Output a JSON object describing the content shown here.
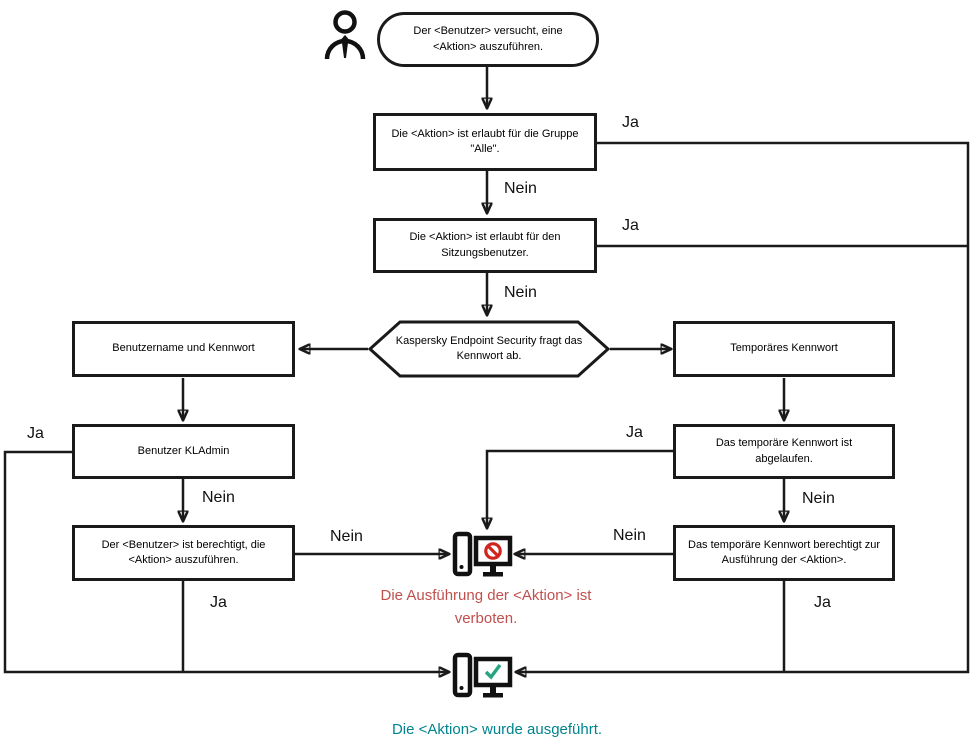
{
  "diagram": {
    "nodes": {
      "start": "Der <Benutzer> versucht, eine <Aktion> auszuführen.",
      "group_all": "Die <Aktion> ist erlaubt für die Gruppe \"Alle\".",
      "session_user": "Die <Aktion> ist erlaubt für den Sitzungsbenutzer.",
      "password_prompt": "Kaspersky Endpoint Security fragt das Kennwort ab.",
      "username_password": "Benutzername und Kennwort",
      "temp_password": "Temporäres Kennwort",
      "kladmin": "Benutzer KLAdmin",
      "user_authorized": "Der <Benutzer> ist berechtigt, die <Aktion> auszuführen.",
      "temp_expired": "Das temporäre Kennwort ist abgelaufen.",
      "temp_authorizes": "Das temporäre Kennwort berechtigt zur Ausführung der <Aktion>."
    },
    "labels": {
      "ja": "Ja",
      "nein": "Nein"
    },
    "captions": {
      "forbidden": "Die Ausführung der <Aktion> ist verboten.",
      "executed": "Die <Aktion> wurde ausgeführt."
    },
    "icons": {
      "start": "user-icon",
      "forbidden": "computer-prohibited-icon",
      "executed": "computer-check-icon"
    },
    "colors": {
      "line": "#1a1a1a",
      "box_fill": "#ffffff",
      "forbidden_text": "#c0504d",
      "prohibition_sign": "#d0241c",
      "success_text": "#00838f",
      "success_check": "#26a482"
    }
  }
}
